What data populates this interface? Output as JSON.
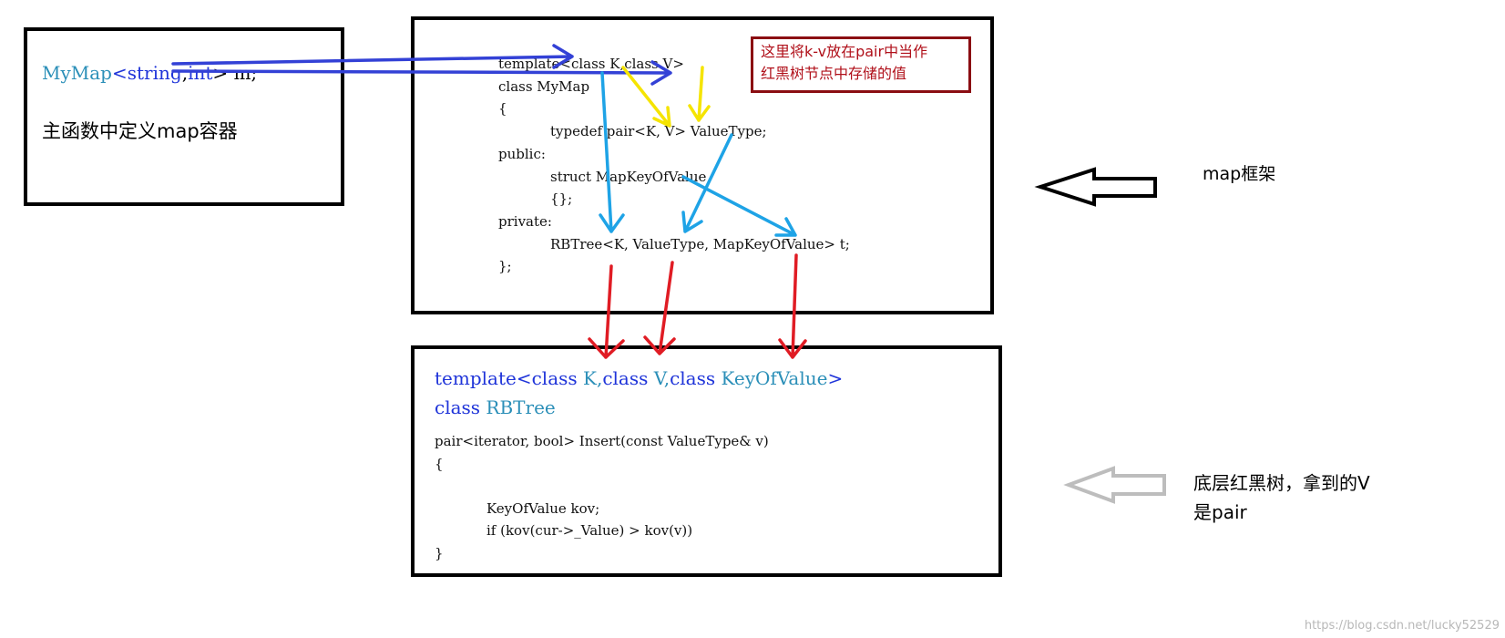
{
  "left_box": {
    "code_parts": [
      "MyMap",
      "<",
      "string",
      ",",
      "int",
      "> m;"
    ],
    "caption": "主函数中定义map容器"
  },
  "top_box": {
    "lines": [
      "template<class K,class V>",
      "class MyMap",
      "{",
      "typedef pair<K, V> ValueType;",
      "public:",
      "struct MapKeyOfValue",
      "{};",
      "private:",
      "RBTree<K, ValueType, MapKeyOfValue> t;",
      "};"
    ],
    "note_line1": "这里将k-v放在pair中当作",
    "note_line2": "红黑树节点中存储的值"
  },
  "bottom_box": {
    "header_parts": [
      "template",
      "<",
      "class",
      " K,",
      "class",
      " V,",
      "class",
      " KeyOfValue",
      ">"
    ],
    "class_parts": [
      "class",
      " RBTree"
    ],
    "lines": [
      "pair<iterator, bool> Insert(const ValueType& v)",
      "{",
      "KeyOfValue kov;",
      "if (kov(cur->_Value) > kov(v))",
      "}"
    ]
  },
  "labels": {
    "map_frame": "map框架",
    "rbtree_line1": "底层红黑树，拿到的V",
    "rbtree_line2": "是pair"
  },
  "watermark": "https://blog.csdn.net/lucky52529",
  "colors": {
    "blue_arrow": "#3341d6",
    "cyan_arrow": "#1ea3e6",
    "yellow_arrow": "#f5e400",
    "red_arrow": "#e01c24",
    "note_border": "#8b0d12",
    "gray_arrow": "#bdbdbd"
  }
}
